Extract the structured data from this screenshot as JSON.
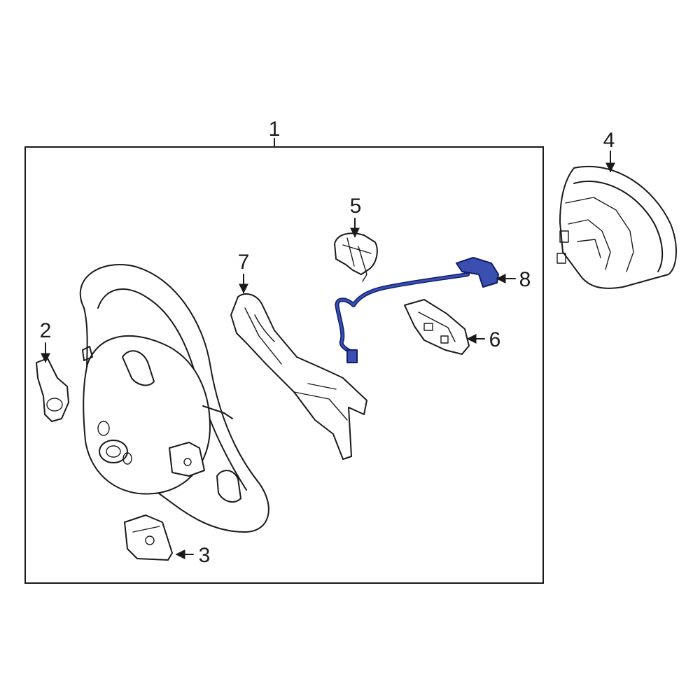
{
  "callouts": {
    "c1": "1",
    "c2": "2",
    "c3": "3",
    "c4": "4",
    "c5": "5",
    "c6": "6",
    "c7": "7",
    "c8": "8"
  },
  "colors": {
    "highlight": "#3a4fb0",
    "line": "#1a1a1a",
    "background": "#ffffff"
  }
}
